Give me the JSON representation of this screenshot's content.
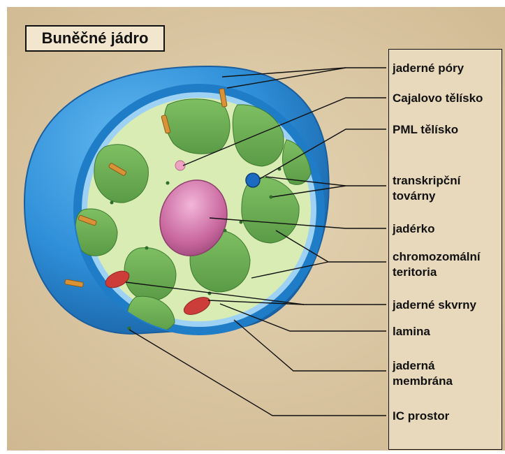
{
  "title": "Buněčné jádro",
  "labels": {
    "pores": "jaderné póry",
    "cajal": "Cajalovo tělísko",
    "pml": "PML tělísko",
    "factories_1": "transkripční",
    "factories_2": "továrny",
    "nucleolus": "jadérko",
    "territories_1": "chromozomální",
    "territories_2": "teritoria",
    "speckles": "jaderné skvrny",
    "lamina": "lamina",
    "membrane_1": "jaderná",
    "membrane_2": "membrána",
    "ic_space": "IC prostor"
  },
  "colors": {
    "background": "#d9c6a3",
    "envelope": "#2e8fd8",
    "territory": "#6cad55",
    "ic_space": "#d8ecb4",
    "nucleolus": "#c9689f",
    "speckle": "#cc3d3a",
    "pore": "#d99236",
    "pml": "#1b6bc0"
  }
}
